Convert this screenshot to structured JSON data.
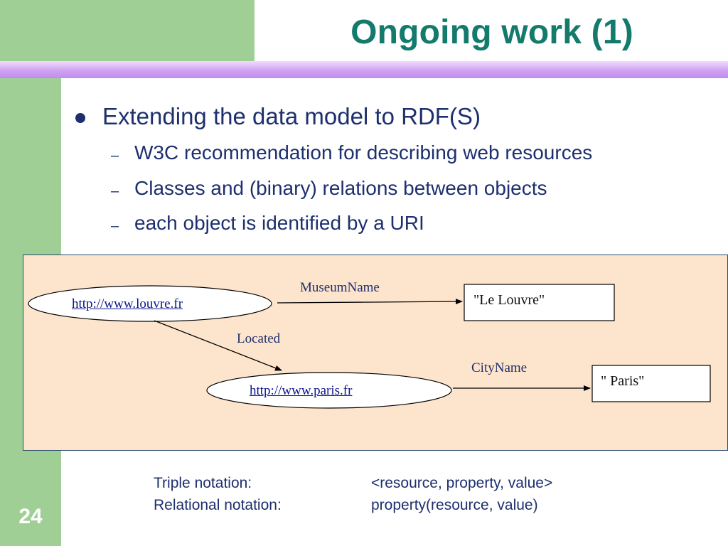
{
  "slide": {
    "title": "Ongoing work (1)",
    "number": "24"
  },
  "bullets": {
    "main": "Extending the data model to RDF(S)",
    "subs": [
      "W3C recommendation for describing web resources",
      "Classes and (binary) relations between objects",
      "each object is identified by a URI"
    ],
    "dash": "–"
  },
  "diagram": {
    "louvre_uri": "http://www.louvre.fr",
    "paris_uri": "http://www.paris.fr",
    "museum_name_label": "MuseumName",
    "located_label": "Located",
    "city_name_label": "CityName",
    "louvre_value": "\"Le Louvre\"",
    "paris_value": "\" Paris\""
  },
  "notation": {
    "triple_label": "Triple notation:",
    "triple_value": "<resource, property, value>",
    "relational_label": "Relational notation:",
    "relational_value": "property(resource, value)"
  },
  "colors": {
    "title": "#137a6c",
    "text": "#1d2f6e",
    "green": "#a0cf96",
    "diagram_bg": "#fde4cc"
  }
}
